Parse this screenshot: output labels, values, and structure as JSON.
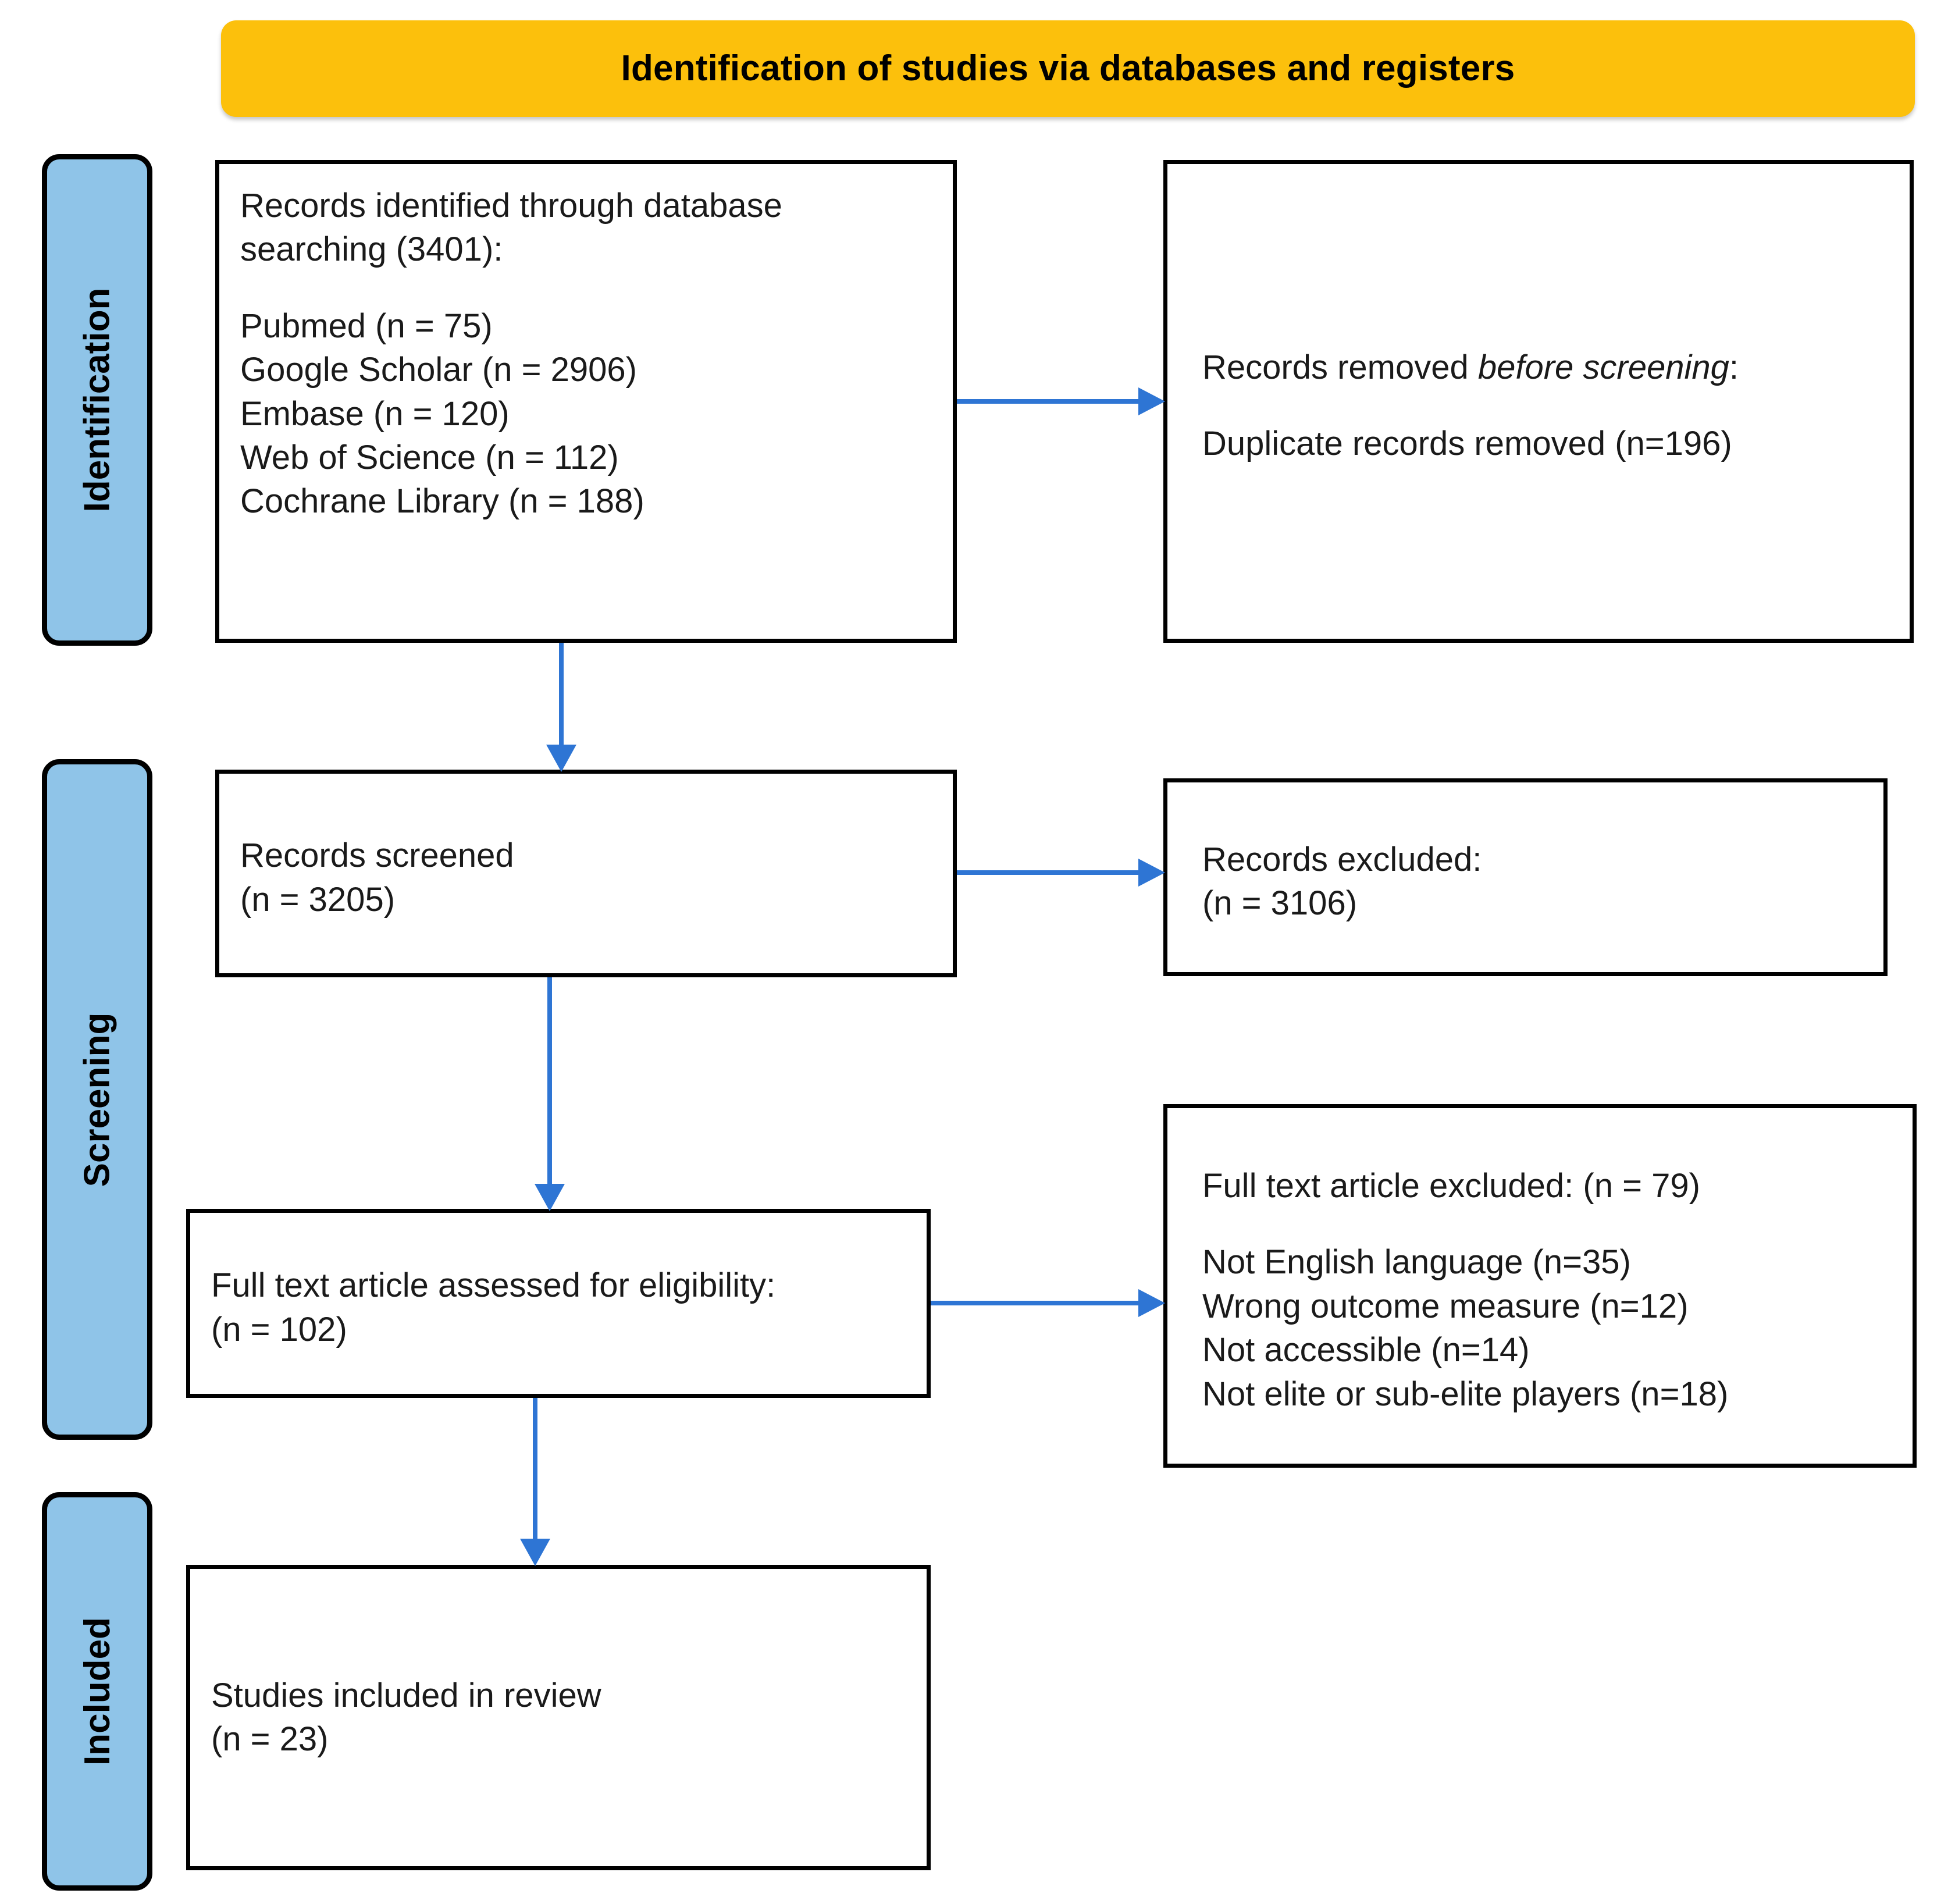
{
  "banner": {
    "title": "Identification of studies via databases and registers"
  },
  "stages": [
    {
      "id": "identification",
      "label": "Identification"
    },
    {
      "id": "screening",
      "label": "Screening"
    },
    {
      "id": "included",
      "label": "Included"
    }
  ],
  "boxes": {
    "records_identified": {
      "heading": "Records identified through database searching (3401):",
      "sources": [
        "Pubmed (n = 75)",
        "Google Scholar (n = 2906)",
        "Embase (n = 120)",
        "Web of Science (n = 112)",
        "Cochrane Library (n = 188)"
      ]
    },
    "records_removed": {
      "line1_pre": "Records removed ",
      "line1_italic": "before screening",
      "line1_post": ":",
      "line2": "Duplicate records removed (n=196)"
    },
    "records_screened": {
      "line1": "Records screened",
      "line2": "(n = 3205)"
    },
    "records_excluded": {
      "line1": "Records excluded:",
      "line2": "(n = 3106)"
    },
    "fulltext_assessed": {
      "line1": "Full text article assessed for eligibility:",
      "line2": "(n = 102)"
    },
    "fulltext_excluded": {
      "heading": "Full text article excluded: (n = 79)",
      "reasons": [
        "Not English language (n=35)",
        "Wrong outcome measure (n=12)",
        "Not accessible (n=14)",
        "Not elite or sub-elite players (n=18)"
      ]
    },
    "studies_included": {
      "line1": "Studies included in review",
      "line2": "(n = 23)"
    }
  },
  "colors": {
    "banner_fill": "#FCC00C",
    "stage_fill": "#8FC4E8",
    "box_border": "#000000",
    "arrow": "#2E75D4",
    "text": "#1a1a1a"
  },
  "flow_counts": {
    "identified_total": 3401,
    "duplicates_removed": 196,
    "screened": 3205,
    "records_excluded": 3106,
    "fulltext_assessed": 102,
    "fulltext_excluded": 79,
    "included": 23
  }
}
